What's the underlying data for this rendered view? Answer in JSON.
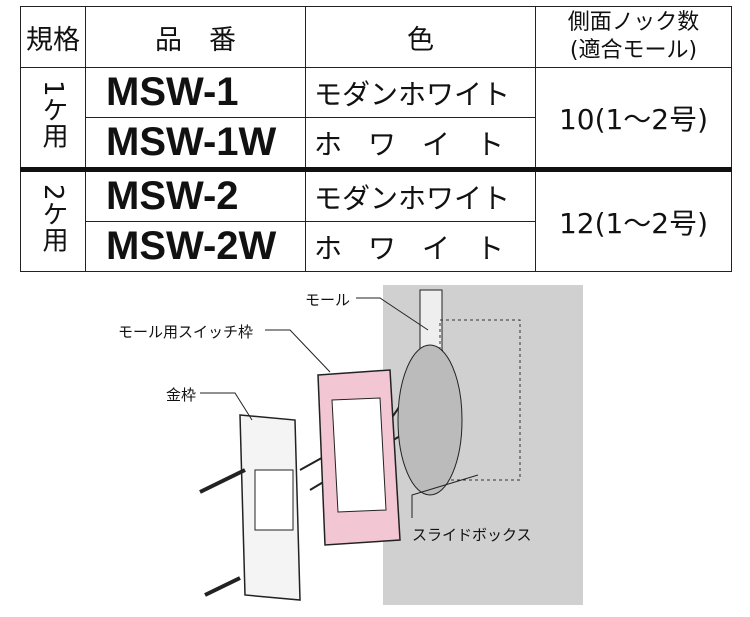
{
  "table": {
    "headers": {
      "spec": "規格",
      "part": "品　番",
      "color": "色",
      "knock_line1": "側面ノック数",
      "knock_line2": "(適合モール)"
    },
    "groups": [
      {
        "spec": "1ケ用",
        "knocks": "10(1〜2号)",
        "rows": [
          {
            "part": "MSW-1",
            "color": "モダンホワイト"
          },
          {
            "part": "MSW-1W",
            "color": "ホワイト"
          }
        ]
      },
      {
        "spec": "2ケ用",
        "knocks": "12(1〜2号)",
        "rows": [
          {
            "part": "MSW-2",
            "color": "モダンホワイト"
          },
          {
            "part": "MSW-2W",
            "color": "ホワイト"
          }
        ]
      }
    ]
  },
  "diagram": {
    "labels": {
      "mall": "モール",
      "mall_frame": "モール用スイッチ枠",
      "metal_frame": "金枠",
      "slide_box": "スライドボックス"
    },
    "colors": {
      "frame": "#f2c6d2",
      "wall": "#d0d0d0"
    }
  }
}
